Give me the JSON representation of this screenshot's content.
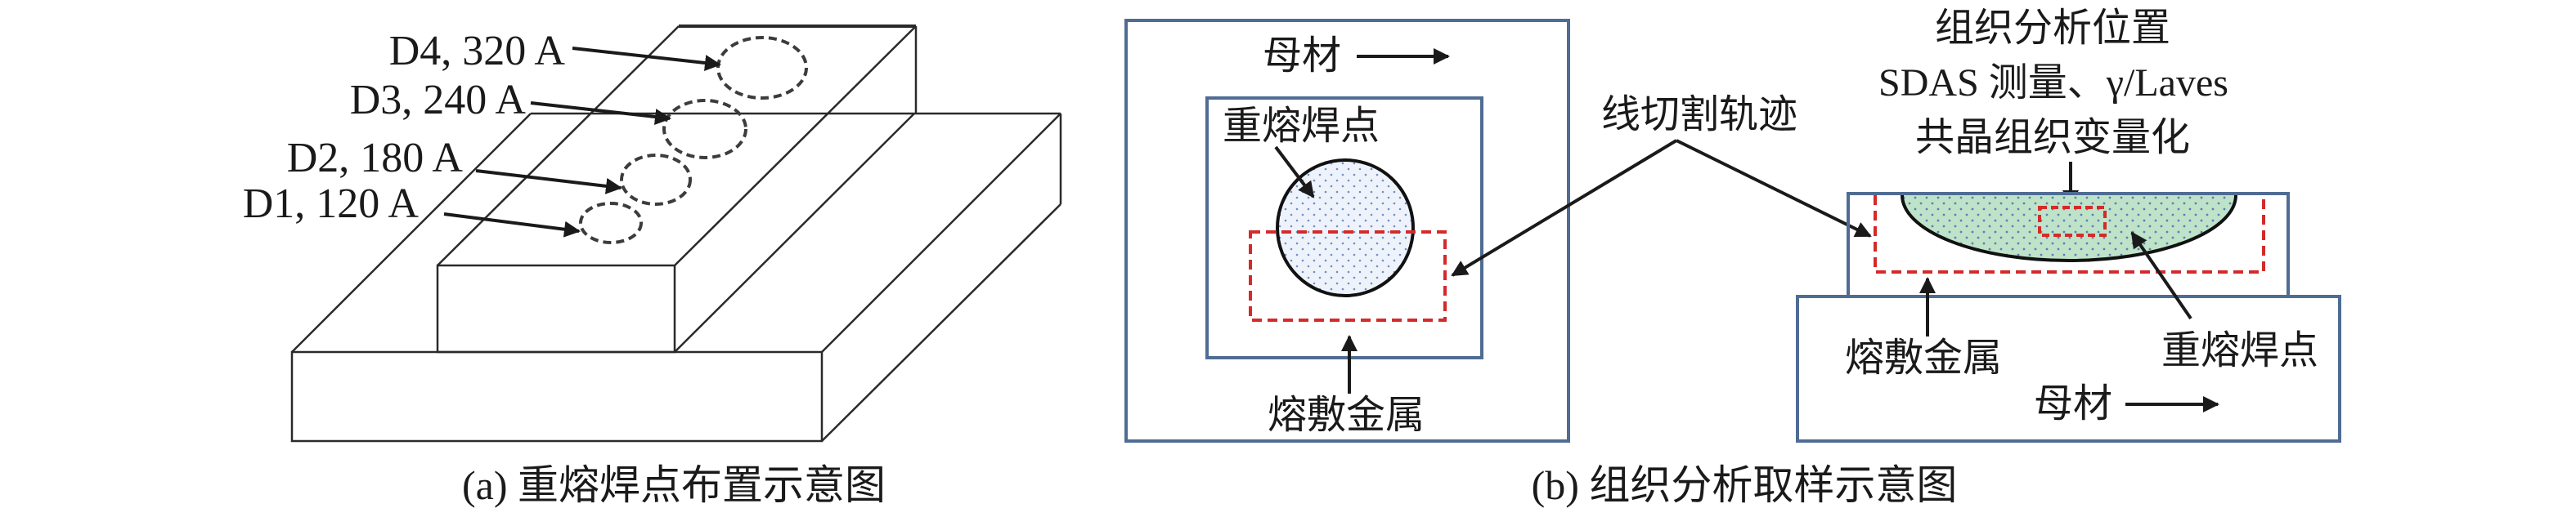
{
  "panel_a": {
    "caption": "(a) 重熔焊点布置示意图",
    "spots": [
      {
        "id": "D1",
        "label": "D1, 120 A",
        "current_A": 120
      },
      {
        "id": "D2",
        "label": "D2, 180 A",
        "current_A": 180
      },
      {
        "id": "D3",
        "label": "D3, 240 A",
        "current_A": 240
      },
      {
        "id": "D4",
        "label": "D4, 320 A",
        "current_A": 320
      }
    ]
  },
  "panel_b": {
    "caption": "(b) 组织分析取样示意图",
    "top_view": {
      "base_metal": "母材",
      "remelt_spot": "重熔焊点",
      "cladding_metal": "熔敷金属"
    },
    "cut_path_label": "线切割轨迹",
    "section_view": {
      "analysis_title": [
        "组织分析位置",
        "SDAS 测量、γ/Laves",
        "共晶组织变量化"
      ],
      "cladding_metal": "熔敷金属",
      "remelt_spot": "重熔焊点",
      "base_metal": "母材"
    }
  },
  "colors": {
    "box_stroke": "#4f6d94",
    "cut_line": "#d42a2a",
    "remelt_fill": "#bfe3c8",
    "dot_fill": "#5b7fb8"
  }
}
